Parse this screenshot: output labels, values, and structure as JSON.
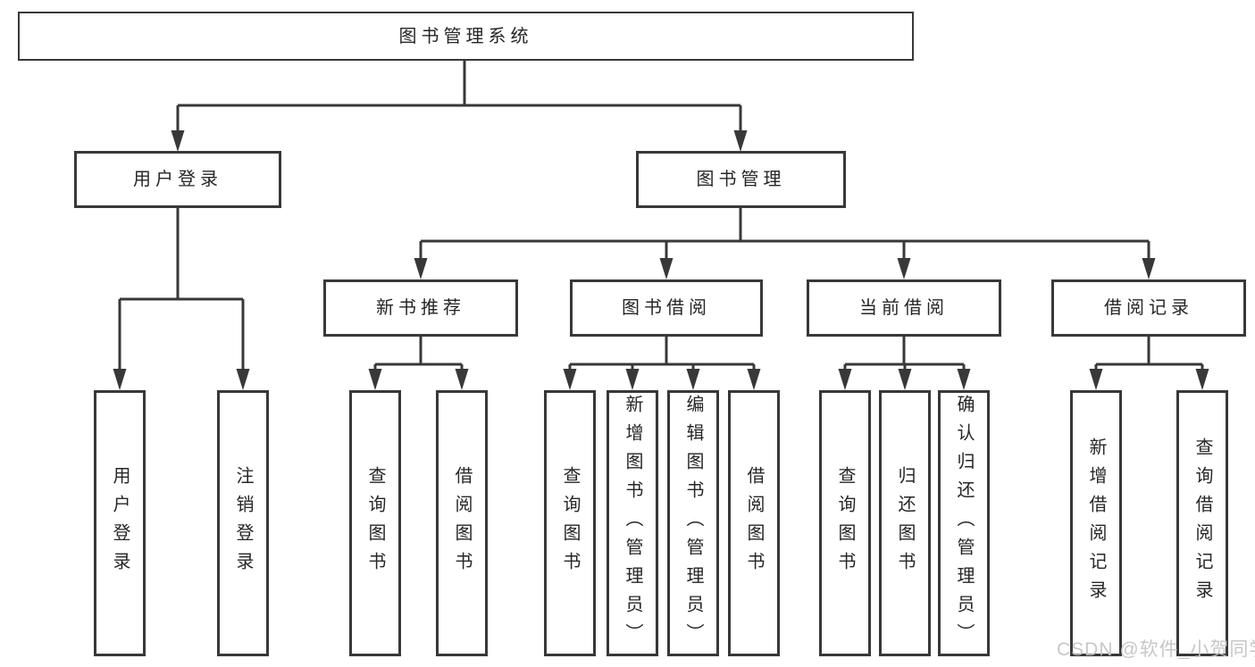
{
  "tree": {
    "root": "图书管理系统",
    "level2": [
      "用户登录",
      "图书管理"
    ],
    "level3": [
      "新书推荐",
      "图书借阅",
      "当前借阅",
      "借阅记录"
    ],
    "leaves_user": [
      "用户登录",
      "注销登录"
    ],
    "leaves_recommend": [
      "查询图书",
      "借阅图书"
    ],
    "leaves_borrow": [
      "查询图书",
      "新增图书（管理员）",
      "编辑图书（管理员）",
      "借阅图书"
    ],
    "leaves_current": [
      "查询图书",
      "归还图书",
      "确认归还（管理员）"
    ],
    "leaves_records": [
      "新增借阅记录",
      "查询借阅记录"
    ]
  },
  "watermark": {
    "text": "CSDN @软件_小贺同学",
    "color": "#c2c2c2"
  },
  "colors": {
    "line": "#383838",
    "box_border": "#383838",
    "text": "#262626",
    "background": "#ffffff"
  }
}
